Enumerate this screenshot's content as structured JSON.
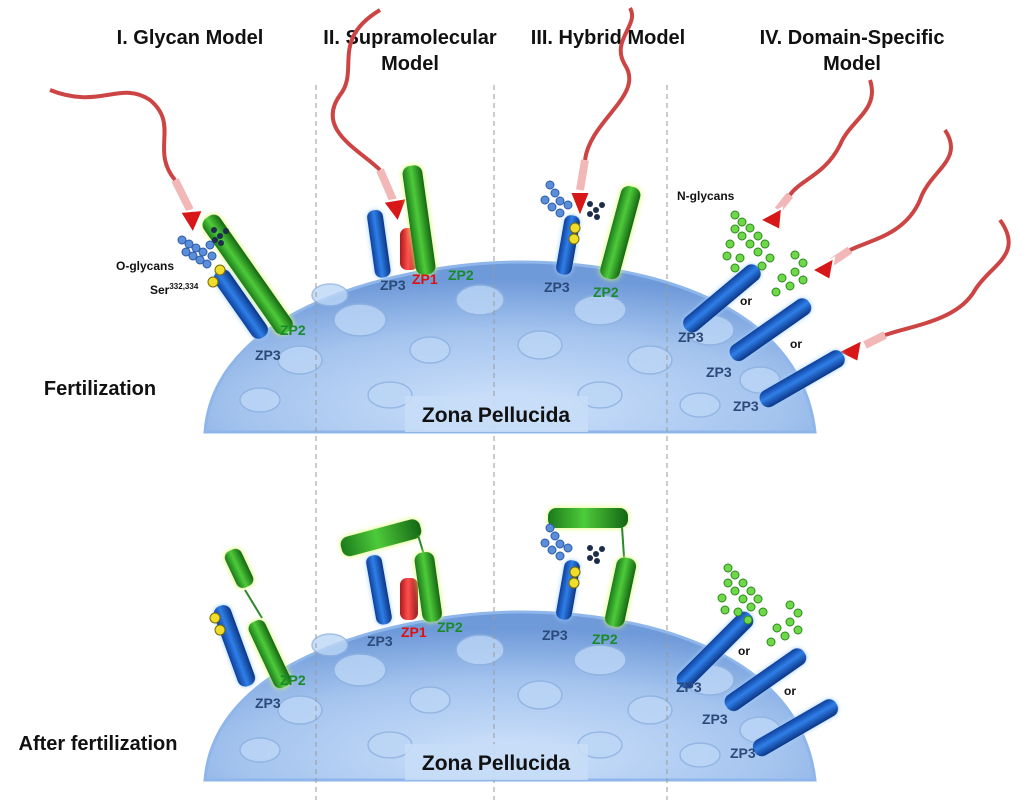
{
  "titles": {
    "glycan": "I. Glycan Model",
    "supra_line1": "II. Supramolecular",
    "supra_line2": "Model",
    "hybrid": "III. Hybrid Model",
    "domain_line1": "IV. Domain-Specific",
    "domain_line2": "Model"
  },
  "row_labels": {
    "top": "Fertilization",
    "bottom": "After fertilization"
  },
  "zona_label": "Zona Pellucida",
  "proteins": {
    "zp1": "ZP1",
    "zp2": "ZP2",
    "zp3": "ZP3"
  },
  "annotations": {
    "o_glycans": "O-glycans",
    "ser_base": "Ser",
    "ser_sup": "332,334",
    "n_glycans": "N-glycans",
    "or": "or"
  },
  "colors": {
    "zp1": "#e01010",
    "zp2": "#1a8a2a",
    "zp3": "#2b4a7a",
    "zona": "#a8c8f0",
    "sperm": "#cc3333",
    "glycan_o": "#5a8ed8",
    "glycan_n": "#6fd84a"
  }
}
